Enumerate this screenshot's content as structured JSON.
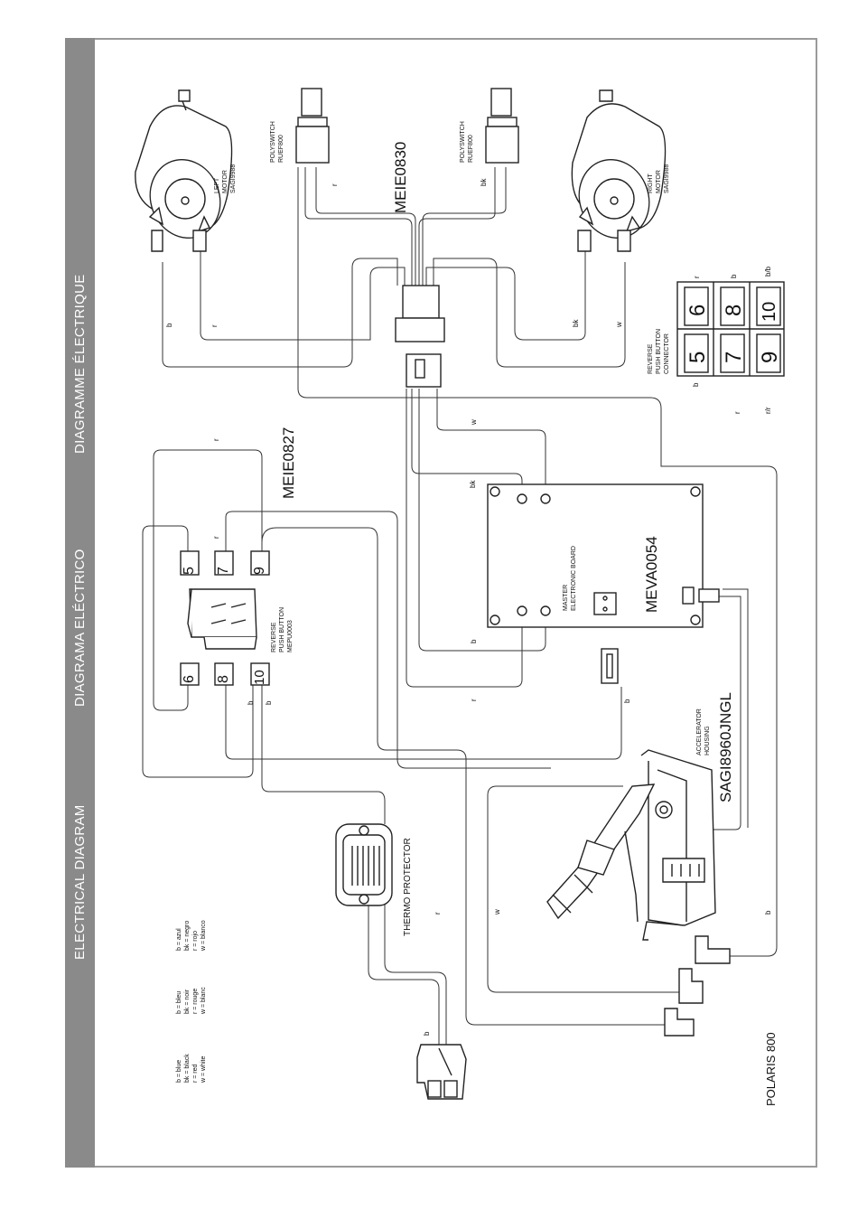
{
  "header": {
    "title_en": "ELECTRICAL DIAGRAM",
    "title_es": "DIAGRAMA ELÉCTRICO",
    "title_fr": "DIAGRAMME ÉLECTRIQUE"
  },
  "model": "POLARIS 800",
  "components": {
    "left_motor": {
      "line1": "LEFT",
      "line2": "MOTOR",
      "line3": "SAGI9988"
    },
    "right_motor": {
      "line1": "RIGHT",
      "line2": "MOTOR",
      "line3": "SAGI9988"
    },
    "polyswitch_left": {
      "line1": "POLYSWITCH",
      "line2": "RUEF800"
    },
    "polyswitch_right": {
      "line1": "POLYSWITCH",
      "line2": "RUEF800"
    },
    "harness_upper": "MEIE0830",
    "harness_lower": "MEIE0827",
    "master_board": {
      "line1": "MASTER",
      "line2": "ELECTRONIC BOARD",
      "code": "MEVA0054"
    },
    "reverse_switch": {
      "line1": "REVERSE",
      "line2": "PUSH BUTTON",
      "line3": "MEPU0003"
    },
    "reverse_connector": {
      "line1": "REVERSE",
      "line2": "PUSH BUTTON",
      "line3": "CONNECTOR"
    },
    "accelerator": {
      "line1": "ACCELERATOR",
      "line2": "HOUSING",
      "code": "SAGI8960JNGL"
    },
    "thermo": "THERMO PROTECTOR"
  },
  "switch_pins": [
    "5",
    "7",
    "9",
    "6",
    "8",
    "10"
  ],
  "connector_pins": [
    "5",
    "6",
    "7",
    "8",
    "9",
    "10"
  ],
  "wire_labels": {
    "b": "b",
    "r": "r",
    "bk": "bk",
    "w": "w",
    "bb": "b/b",
    "rr": "r/r"
  },
  "legend": {
    "en": [
      "b = blue",
      "bk = black",
      "r = red",
      "w = white"
    ],
    "fr": [
      "b = bleu",
      "bk = noir",
      "r = rouge",
      "w = blanc"
    ],
    "es": [
      "b = azul",
      "bk = negro",
      "r = rojo",
      "w = blanco"
    ]
  }
}
